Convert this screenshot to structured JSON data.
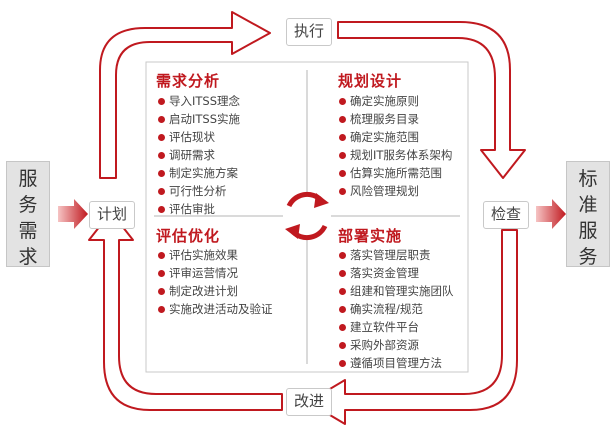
{
  "cycle": {
    "execute_label": "执行",
    "check_label": "检查",
    "improve_label": "改进",
    "plan_label": "计划"
  },
  "inputs": {
    "service_demand": [
      "服",
      "务",
      "需",
      "求"
    ]
  },
  "outputs": {
    "standard_service": [
      "标",
      "准",
      "服",
      "务"
    ]
  },
  "quadrants": {
    "demand_analysis": {
      "title": "需求分析",
      "items": [
        "导入ITSS理念",
        "启动ITSS实施",
        "评估现状",
        "调研需求",
        "制定实施方案",
        "可行性分析",
        "评估审批"
      ]
    },
    "planning_design": {
      "title": "规划设计",
      "items": [
        "确定实施原则",
        "梳理服务目录",
        "确定实施范围",
        "规划IT服务体系架构",
        "估算实施所需范围",
        "风险管理规划"
      ]
    },
    "evaluation_optimization": {
      "title": "评估优化",
      "items": [
        "评估实施效果",
        "评审运营情况",
        "制定改进计划",
        "实施改进活动及验证"
      ]
    },
    "deployment_implementation": {
      "title": "部署实施",
      "items": [
        "落实管理层职责",
        "落实资金管理",
        "组建和管理实施团队",
        "确实流程/规范",
        "建立软件平台",
        "采购外部资源",
        "遵循项目管理方法"
      ]
    }
  },
  "colors": {
    "accent": "#c0191f",
    "arrow_stroke": "#b8161c",
    "side_box_fill": "#e3e3e3"
  }
}
